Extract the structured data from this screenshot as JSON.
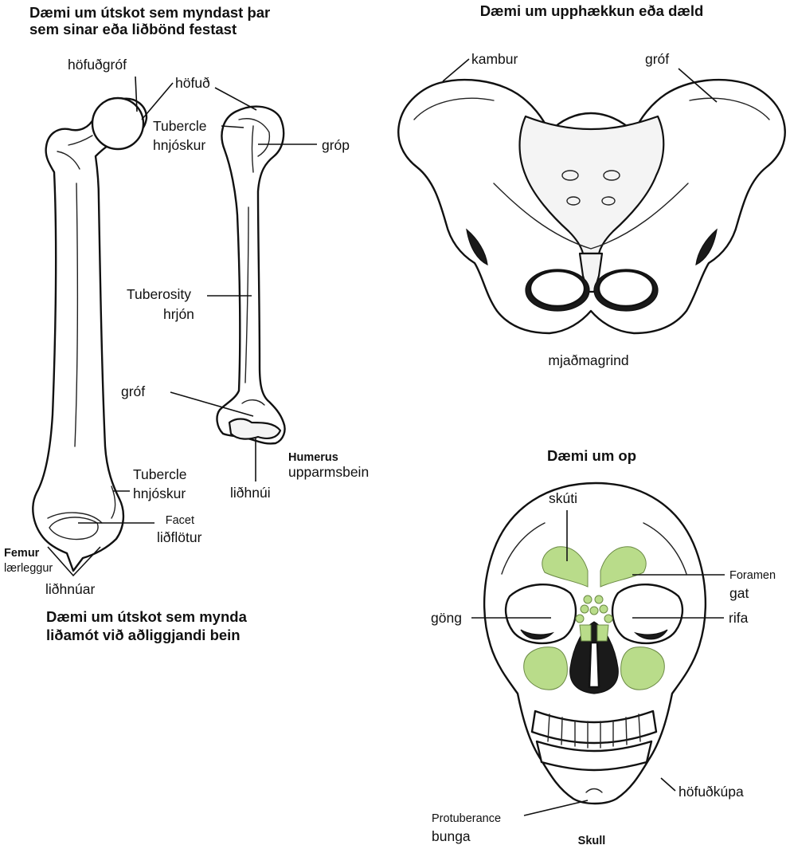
{
  "colors": {
    "sinus": "#b9dc8a",
    "line": "#111111",
    "background": "#ffffff"
  },
  "headings": {
    "projections_attach": [
      "Dæmi um útskot sem myndast þar",
      "sem sinar eða liðbönd festast"
    ],
    "elevation_depression": "Dæmi um upphækkun eða dæld",
    "projections_joints": [
      "Dæmi um útskot sem mynda",
      "liðamót við aðliggjandi bein"
    ],
    "openings": "Dæmi um op"
  },
  "femur": {
    "name_en": "Femur",
    "name_is": "lærleggur",
    "head_fovea": "höfuðgróf",
    "tubercle": [
      "Tubercle",
      "hnjóskur"
    ],
    "facet": [
      "Facet",
      "liðflötur"
    ],
    "condyles": "liðhnúar"
  },
  "humerus": {
    "name_en": "Humerus",
    "name_is": "upparmsbein",
    "head": "höfuð",
    "tubercle": [
      "Tubercle",
      "hnjóskur"
    ],
    "groove": "gróp",
    "tuberosity": [
      "Tuberosity",
      "hrjón"
    ],
    "fossa": "gróf",
    "condyle": "liðhnúi"
  },
  "pelvis": {
    "name": "mjaðmagrind",
    "crest": "kambur",
    "fossa": "gróf"
  },
  "skull": {
    "name_en": "Skull",
    "name_is": "höfuðkúpa",
    "sinus": "skúti",
    "foramen": [
      "Foramen",
      "gat"
    ],
    "canal": "göng",
    "fissure": "rifa",
    "protuberance": [
      "Protuberance",
      "bunga"
    ]
  }
}
